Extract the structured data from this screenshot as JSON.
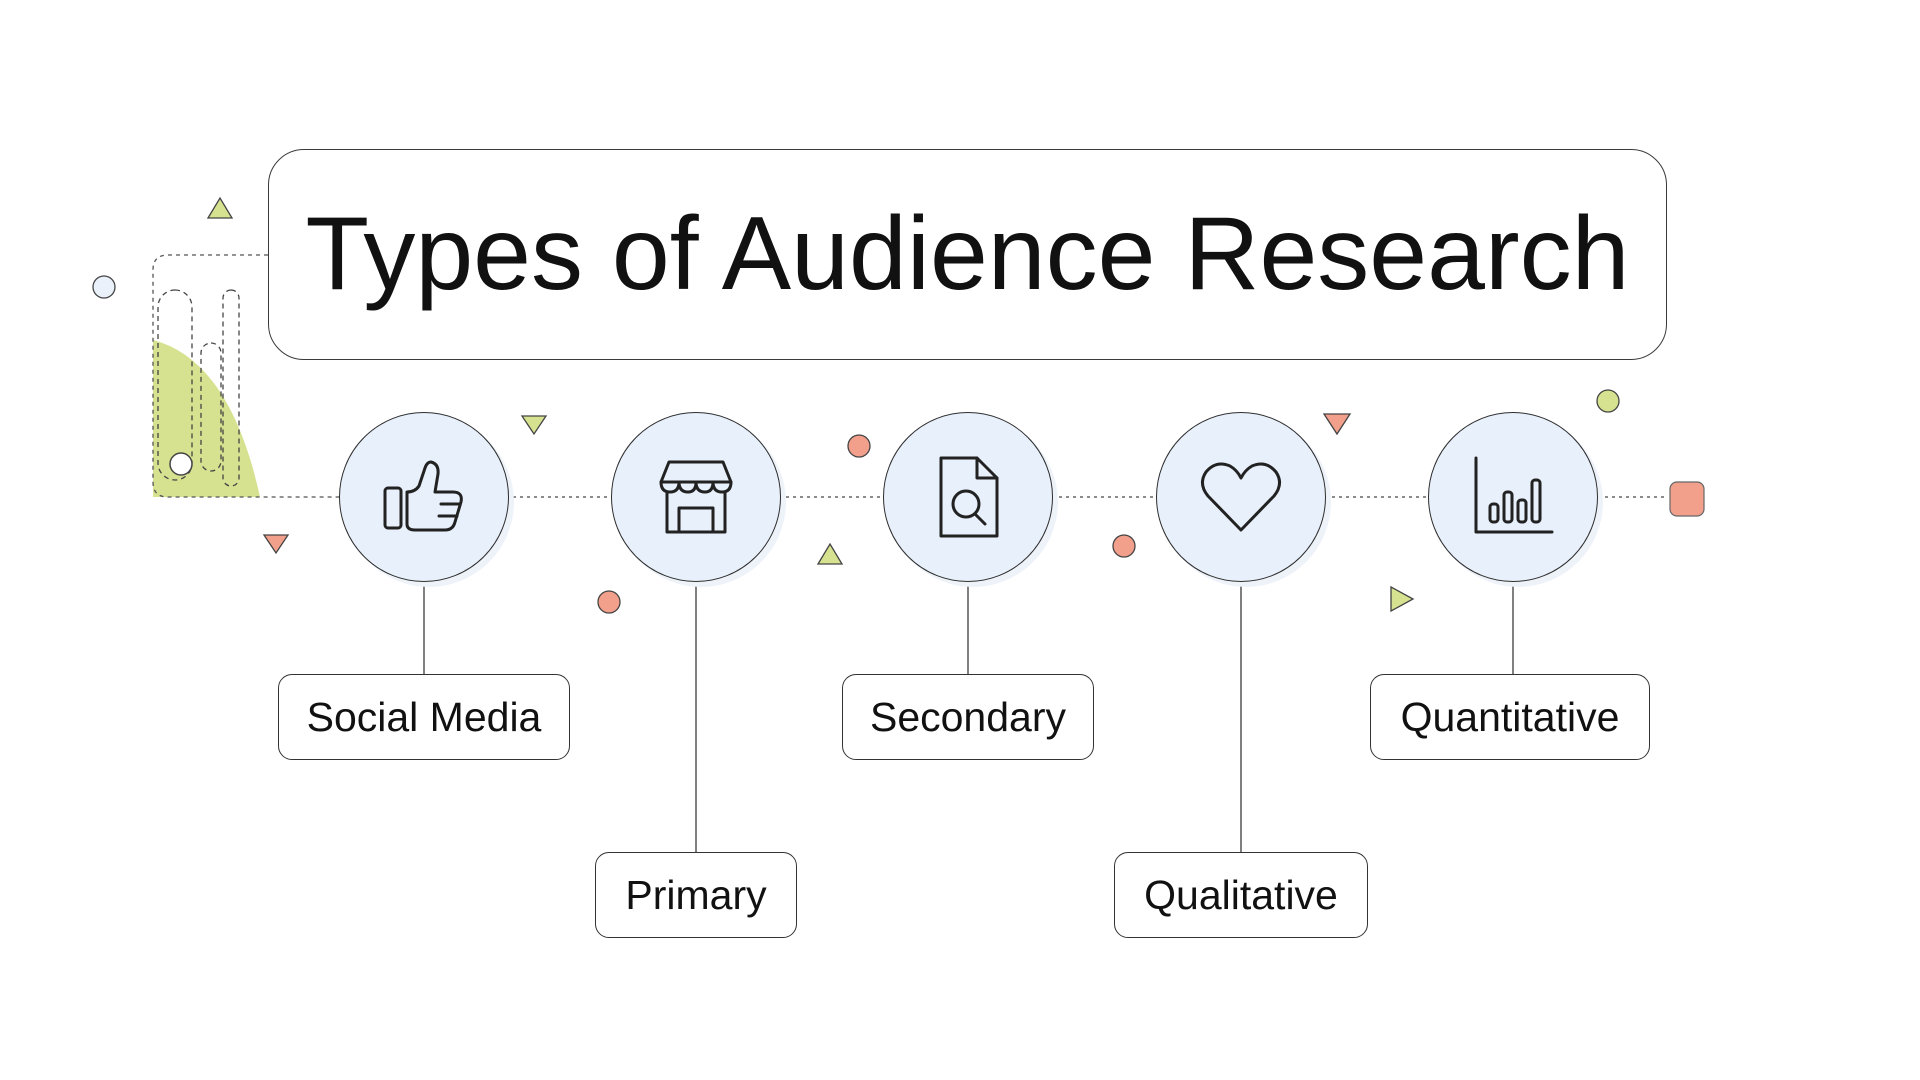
{
  "title": "Types of Audience Research",
  "items": [
    {
      "label": "Social Media",
      "icon": "thumbs-up-icon"
    },
    {
      "label": "Primary",
      "icon": "storefront-icon"
    },
    {
      "label": "Secondary",
      "icon": "document-search-icon"
    },
    {
      "label": "Qualitative",
      "icon": "heart-icon"
    },
    {
      "label": "Quantitative",
      "icon": "bar-chart-icon"
    }
  ],
  "colors": {
    "node_fill": "#e8f0fb",
    "stroke": "#2e2e2e",
    "accent_green": "#d6e28f",
    "accent_coral": "#f2a08c"
  }
}
